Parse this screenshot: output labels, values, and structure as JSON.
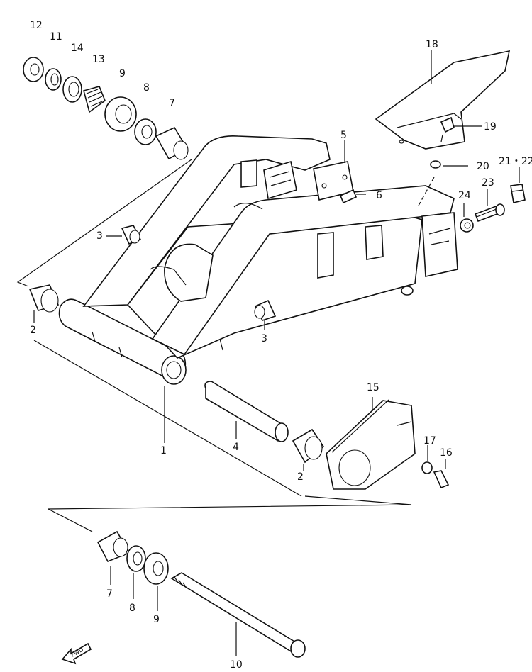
{
  "labels": {
    "p1": "1",
    "p2a": "2",
    "p2b": "2",
    "p3a": "3",
    "p3b": "3",
    "p4": "4",
    "p5": "5",
    "p6": "6",
    "p7a": "7",
    "p7b": "7",
    "p8a": "8",
    "p8b": "8",
    "p9a": "9",
    "p9b": "9",
    "p10": "10",
    "p11": "11",
    "p12": "12",
    "p13": "13",
    "p14": "14",
    "p15": "15",
    "p16": "16",
    "p17": "17",
    "p18": "18",
    "p19": "19",
    "p20": "20",
    "p21_22": "21・22",
    "p23": "23",
    "p24": "24"
  },
  "fwd_label": "FWD",
  "icons": {
    "fwd": "forward-arrow-icon"
  }
}
